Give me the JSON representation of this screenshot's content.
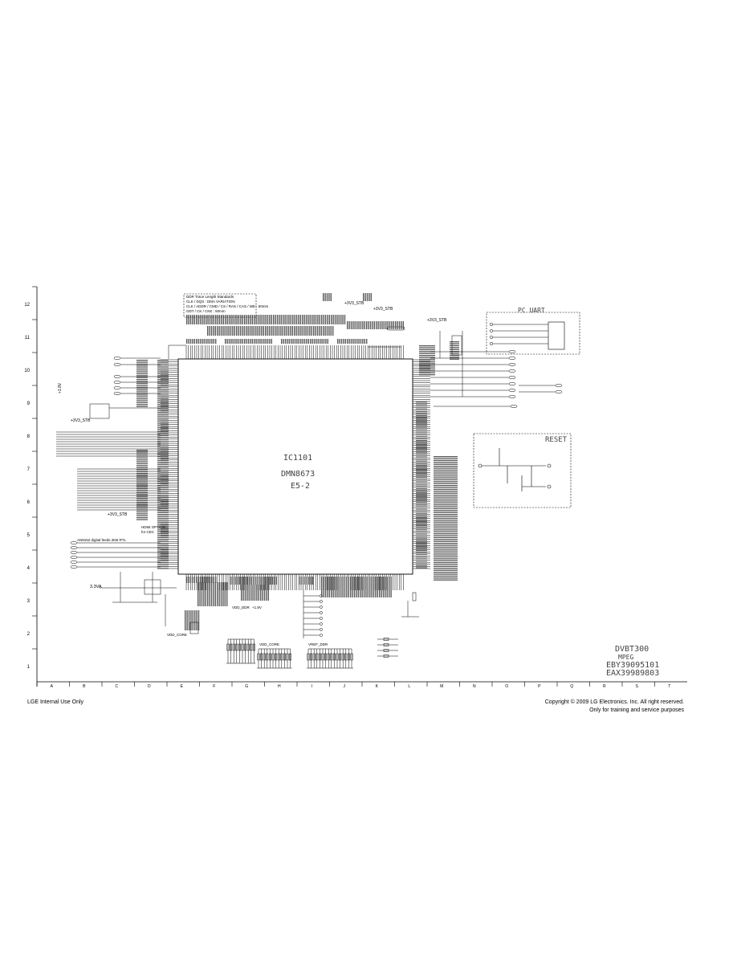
{
  "notes_box": {
    "lines": [
      "DDR Trace Length Standards",
      "CLK / DQS : DMA VARIATION",
      "CLK / ADDR / CMD / CS / RAS / CAS / WE : 50mm",
      "ODT / CK / CKE : 50mm"
    ]
  },
  "chip": {
    "designator": "IC1101",
    "part_number": "DMN8673",
    "revision": "E5-2"
  },
  "pc_uart": {
    "title": "PC UART"
  },
  "reset": {
    "title": "RESET"
  },
  "rail_labels": {
    "top_1": "+3V3_STB",
    "top_2": "+3V3_STB",
    "top_mid": "+3V3_STB",
    "left_mid": "+3V3_STB",
    "left_low": "+3V3_STB",
    "left_side": "+1.8V",
    "left_3v3": "3.3VA",
    "bottom_1": "VDD_CORE",
    "bottom_2": "VDD_DDR",
    "bottom_3": "+1.8V",
    "bottom_4": "VDD_CORE",
    "bottom_5": "VREF_DDR"
  },
  "hdmi_note": {
    "line1": "HDMI OPTION",
    "line2": "for CEC"
  },
  "adc_note": "AN8152 digital feeds 2KB RTL",
  "title_block": {
    "model": "DVBT300",
    "section": "MPEG",
    "part_1": "EBY39095101",
    "part_2": "EAX39989803"
  },
  "grid": {
    "rows": [
      "12",
      "11",
      "10",
      "9",
      "8",
      "7",
      "6",
      "5",
      "4",
      "3",
      "2",
      "1"
    ],
    "cols": [
      "A",
      "B",
      "C",
      "D",
      "E",
      "F",
      "G",
      "H",
      "I",
      "J",
      "K",
      "L",
      "M",
      "N",
      "O",
      "P",
      "Q",
      "R",
      "S",
      "T"
    ]
  },
  "footer": {
    "left": "LGE Internal Use Only",
    "right_line1": "Copyright © 2009 LG Electronics. Inc. All right reserved.",
    "right_line2": "Only for training and service purposes"
  }
}
